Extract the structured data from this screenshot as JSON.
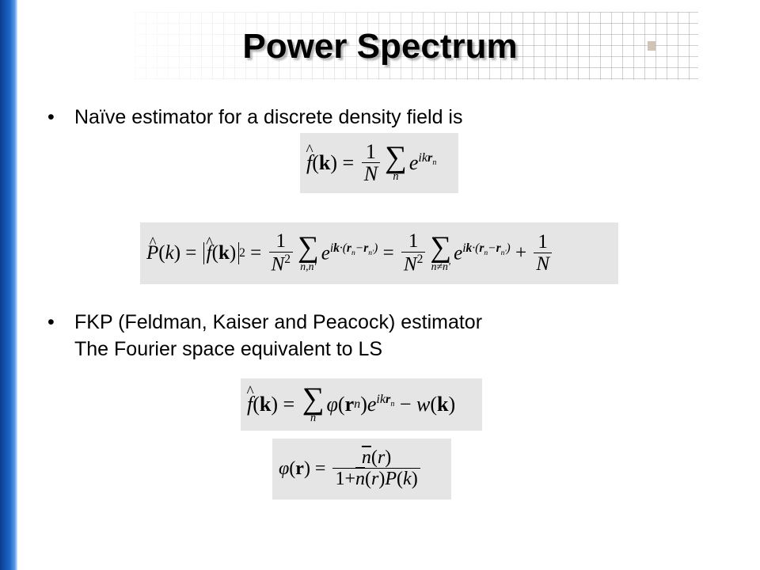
{
  "slide": {
    "title": "Power Spectrum",
    "bullets": [
      {
        "symbol": "•",
        "lines": [
          "Naïve estimator for a discrete density field is"
        ]
      },
      {
        "symbol": "•",
        "lines": [
          "FKP (Feldman, Kaiser and Peacock) estimator",
          "The Fourier space equivalent to LS"
        ]
      }
    ]
  }
}
